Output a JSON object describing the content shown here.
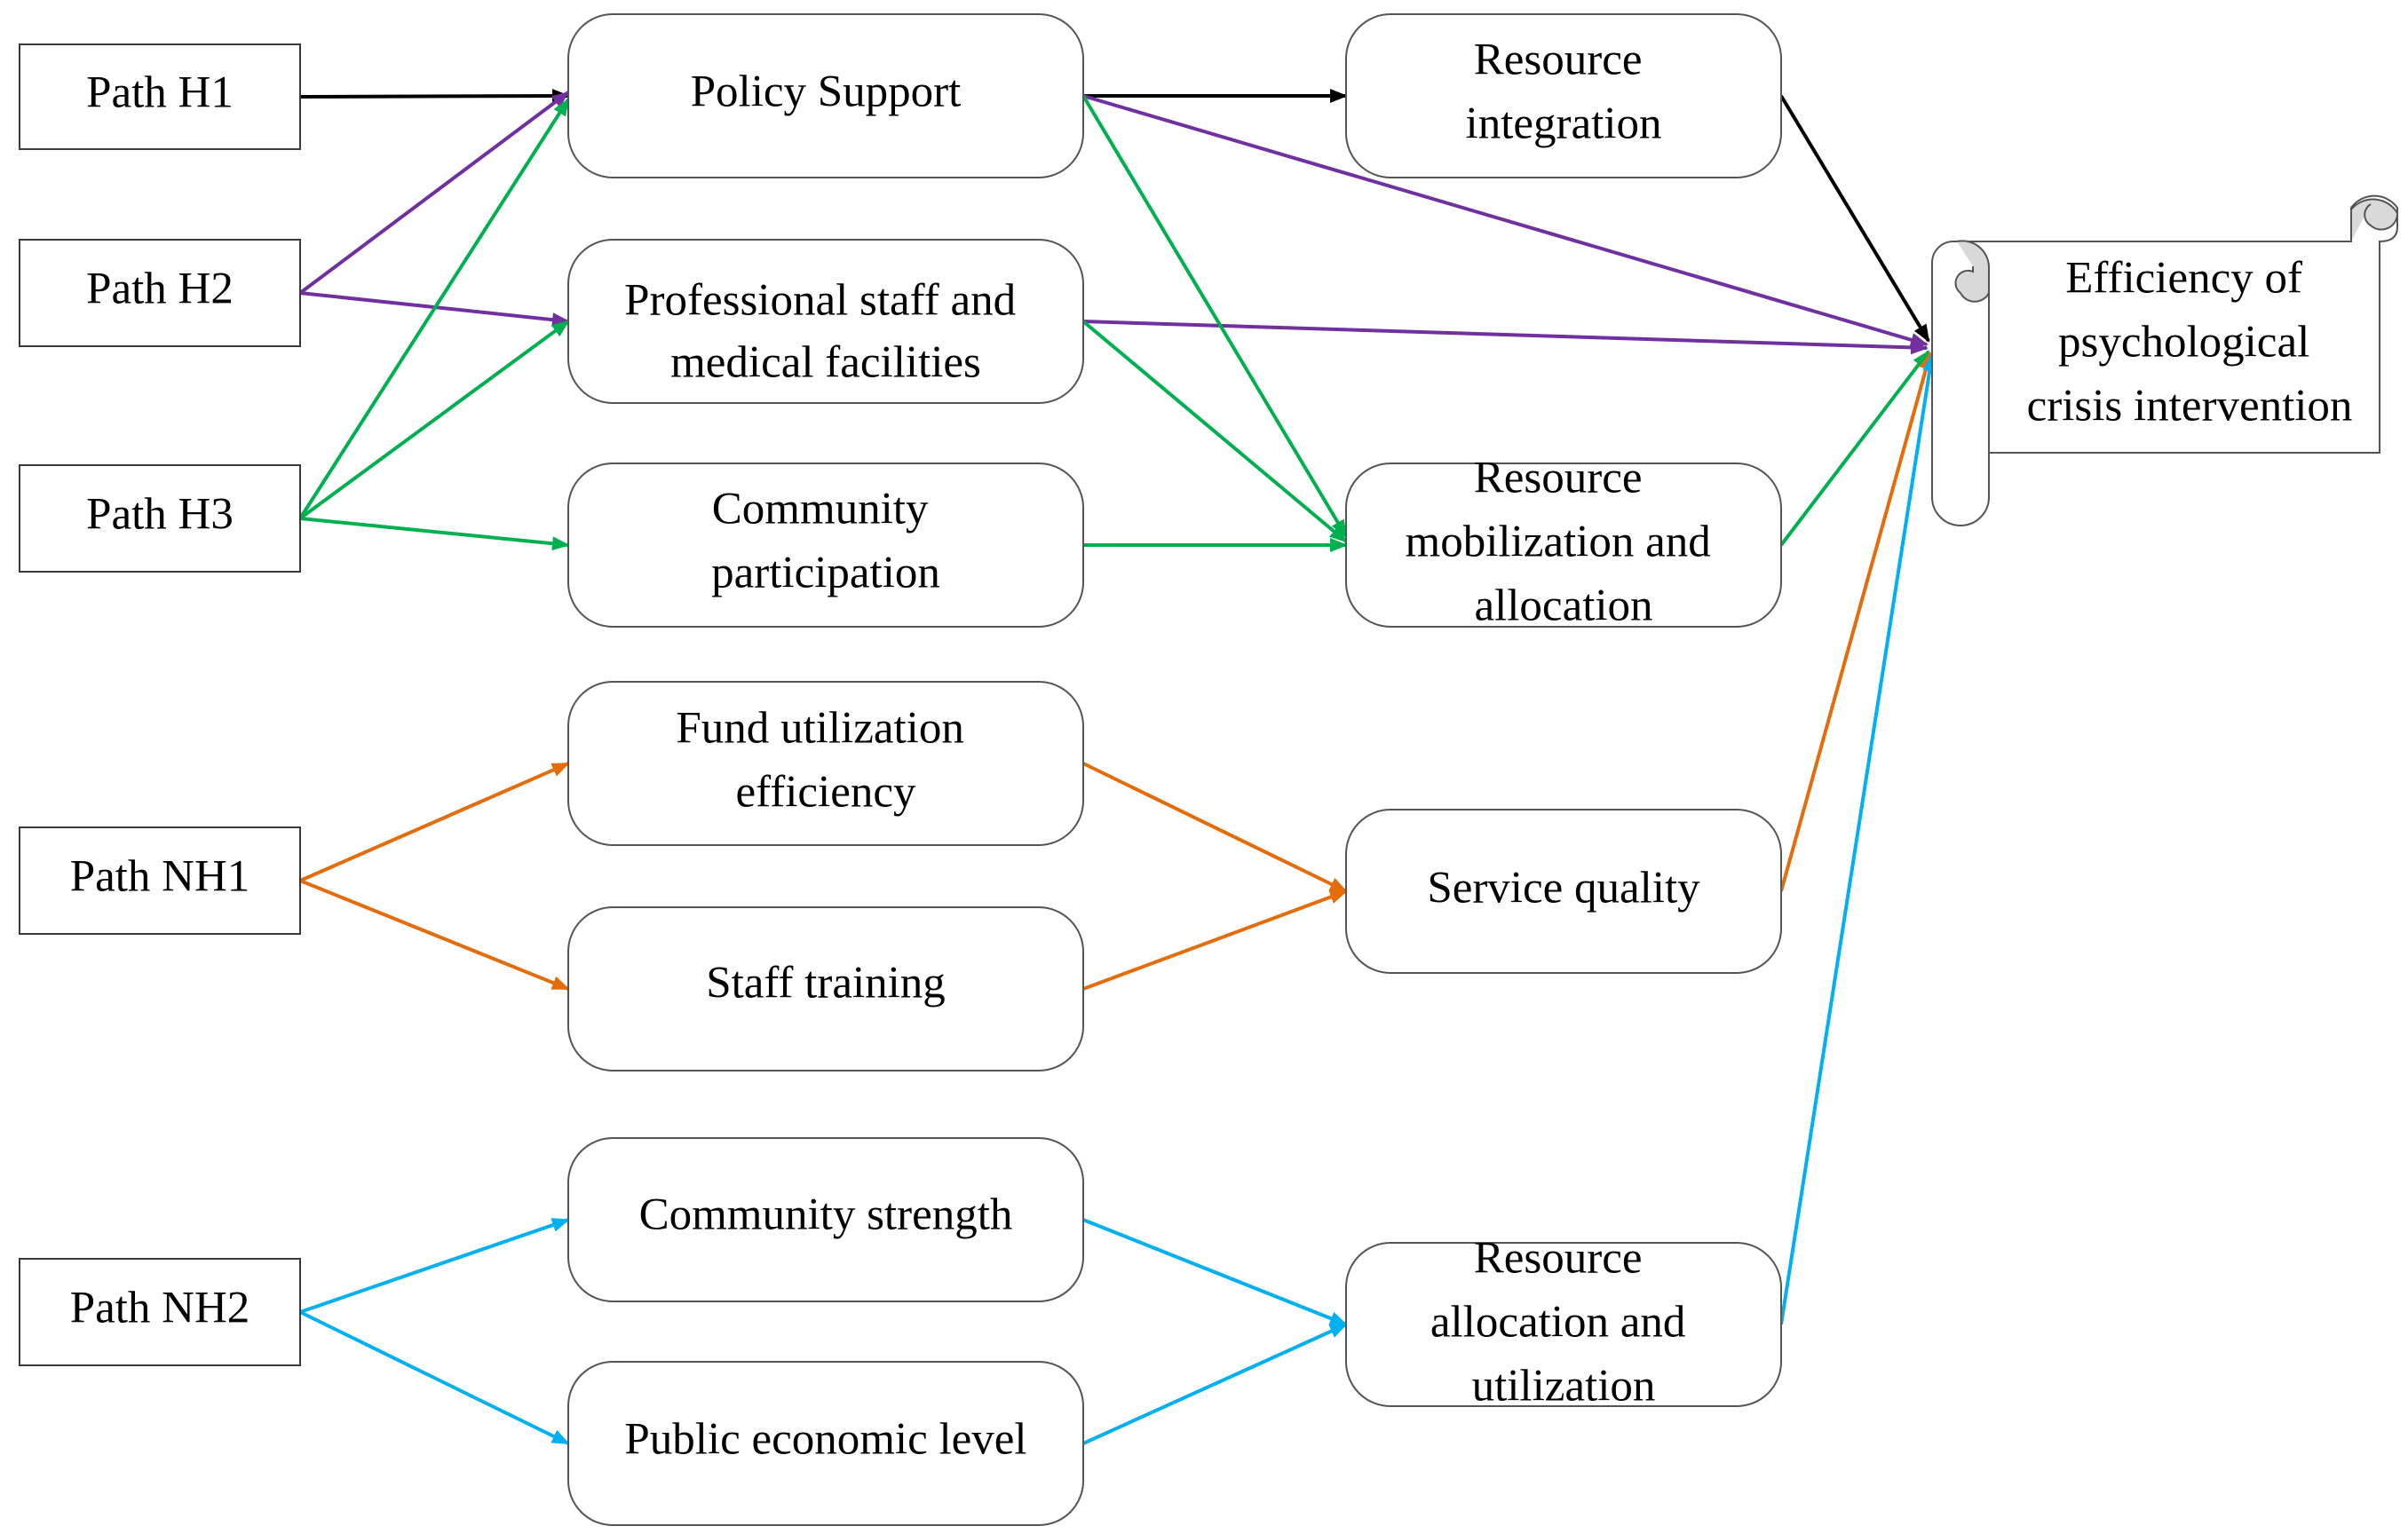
{
  "paths": {
    "h1": "Path H1",
    "h2": "Path H2",
    "h3": "Path H3",
    "nh1": "Path NH1",
    "nh2": "Path NH2"
  },
  "factors": {
    "policy_support": [
      "Policy Support"
    ],
    "professional_staff": [
      "Professional staff and",
      "medical facilities"
    ],
    "community_participation": [
      "Community",
      "participation"
    ],
    "fund_utilization": [
      "Fund utilization",
      "efficiency"
    ],
    "staff_training": [
      "Staff training"
    ],
    "community_strength": [
      "Community strength"
    ],
    "public_economic": [
      "Public economic level"
    ]
  },
  "mediators": {
    "resource_integration": [
      "Resource",
      "integration"
    ],
    "resource_mobilization": [
      "Resource",
      "mobilization and",
      "allocation"
    ],
    "service_quality": [
      "Service quality"
    ],
    "resource_allocation": [
      "Resource",
      "allocation and",
      "utilization"
    ]
  },
  "outcome": [
    "Efficiency of",
    "psychological",
    "crisis intervention"
  ],
  "colors": {
    "h1": "#000000",
    "h2": "#7030a0",
    "h3": "#00b050",
    "nh1": "#e46c0a",
    "nh2": "#00b0f0"
  },
  "edges": [
    {
      "from": "path_h1",
      "to": "policy_support",
      "group": "h1"
    },
    {
      "from": "policy_support",
      "to": "resource_integration",
      "group": "h1"
    },
    {
      "from": "resource_integration",
      "to": "outcome",
      "group": "h1"
    },
    {
      "from": "path_h2",
      "to": "policy_support",
      "group": "h2"
    },
    {
      "from": "path_h2",
      "to": "professional_staff",
      "group": "h2"
    },
    {
      "from": "policy_support",
      "to": "outcome",
      "group": "h2"
    },
    {
      "from": "professional_staff",
      "to": "outcome",
      "group": "h2"
    },
    {
      "from": "path_h3",
      "to": "policy_support",
      "group": "h3"
    },
    {
      "from": "path_h3",
      "to": "professional_staff",
      "group": "h3"
    },
    {
      "from": "path_h3",
      "to": "community_participation",
      "group": "h3"
    },
    {
      "from": "policy_support",
      "to": "resource_mobilization",
      "group": "h3"
    },
    {
      "from": "professional_staff",
      "to": "resource_mobilization",
      "group": "h3"
    },
    {
      "from": "community_participation",
      "to": "resource_mobilization",
      "group": "h3"
    },
    {
      "from": "resource_mobilization",
      "to": "outcome",
      "group": "h3"
    },
    {
      "from": "path_nh1",
      "to": "fund_utilization",
      "group": "nh1"
    },
    {
      "from": "path_nh1",
      "to": "staff_training",
      "group": "nh1"
    },
    {
      "from": "fund_utilization",
      "to": "service_quality",
      "group": "nh1"
    },
    {
      "from": "staff_training",
      "to": "service_quality",
      "group": "nh1"
    },
    {
      "from": "service_quality",
      "to": "outcome",
      "group": "nh1"
    },
    {
      "from": "path_nh2",
      "to": "community_strength",
      "group": "nh2"
    },
    {
      "from": "path_nh2",
      "to": "public_economic",
      "group": "nh2"
    },
    {
      "from": "community_strength",
      "to": "resource_allocation",
      "group": "nh2"
    },
    {
      "from": "public_economic",
      "to": "resource_allocation",
      "group": "nh2"
    },
    {
      "from": "resource_allocation",
      "to": "outcome",
      "group": "nh2"
    }
  ]
}
